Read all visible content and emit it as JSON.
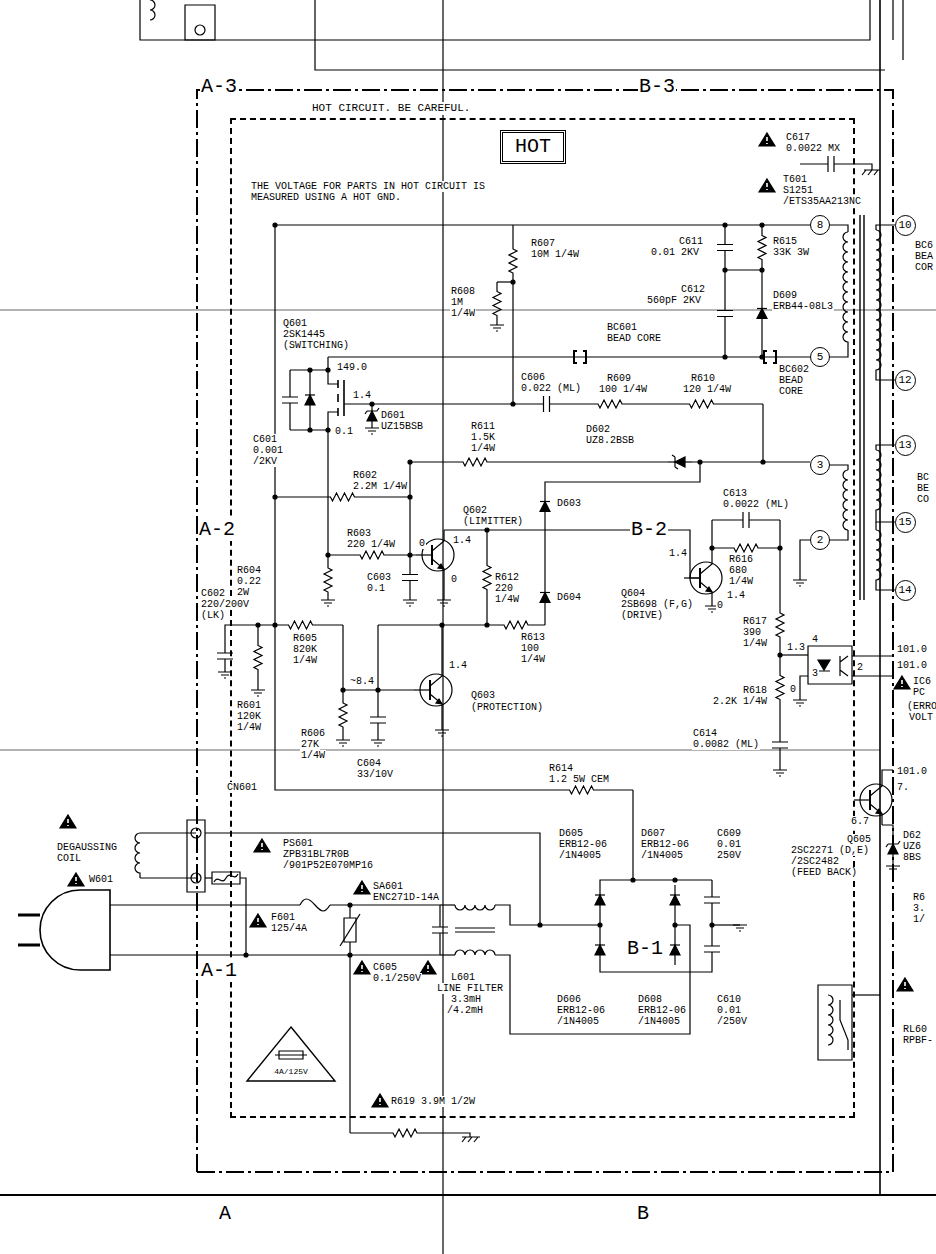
{
  "diagram": {
    "nodes": [
      {
        "text": [
          "HOT CIRCUIT. BE CAREFUL."
        ]
      },
      {
        "text": [
          "HOT"
        ],
        "in": 0
      },
      {
        "text": [
          "8"
        ],
        "in": 0
      },
      {
        "text": [
          "10"
        ]
      },
      {
        "text": [
          "5"
        ],
        "in": 0
      },
      {
        "text": [
          "12"
        ]
      },
      {
        "text": [
          "3"
        ],
        "in": 0
      },
      {
        "text": [
          "13"
        ]
      },
      {
        "text": [
          "15"
        ]
      },
      {
        "text": [
          "2"
        ],
        "in": 0
      },
      {
        "text": [
          "14"
        ]
      },
      {
        "text": [
          "4A/125V"
        ],
        "in": 0
      }
    ],
    "labels": [
      "A-3",
      "B-3",
      "THE VOLTAGE FOR PARTS IN HOT CIRCUIT IS",
      "MEASURED USING A HOT GND.",
      "C617",
      "0.0022 MX",
      "T601",
      "S1251",
      "/ETS35AA213NC",
      "R607",
      "10M 1/4W",
      "R608",
      "1M",
      "1/4W",
      "C611",
      "0.01 2KV",
      "R615",
      "33K 3W",
      "C612",
      "560pF 2KV",
      "D609",
      "ERB44-08L3",
      "BC601",
      "BEAD CORE",
      "BC602",
      "BEAD",
      "CORE",
      "Q601",
      "2SK1445",
      "(SWITCHING)",
      "149.0",
      "1.4",
      "D601",
      "UZ15BSB",
      "0.1",
      "C606",
      "0.022 (ML)",
      "R609",
      "100 1/4W",
      "R610",
      "120 1/4W",
      "C601",
      "0.001",
      "/2KV",
      "R611",
      "1.5K",
      "1/4W",
      "D602",
      "UZ8.2BSB",
      "R602",
      "2.2M 1/4W",
      "C613",
      "0.0022 (ML)",
      "Q602",
      "(LIMITTER)",
      "B-2",
      "A-2",
      "R603",
      "220 1/4W",
      "1.4",
      "0",
      "D603",
      "R616",
      "680",
      "1/4W",
      "R604",
      "0.22",
      "2W",
      "C603",
      "0.1",
      "0",
      "R612",
      "220",
      "1/4W",
      "1.4",
      "1.4",
      "Q604",
      "2SB698 (F,G)",
      "(DRIVE)",
      "0",
      "D604",
      "C602",
      "220/200V",
      "(LK)",
      "R605",
      "820K",
      "1/4W",
      "R613",
      "100",
      "1/4W",
      "R617",
      "390",
      "1/4W",
      "1.3",
      "4",
      "3",
      "2",
      "0",
      "101.0",
      "101.0",
      "IC6",
      "PC",
      "(ERRO",
      "VOLT",
      "1.4",
      "~8.4",
      "Q603",
      "(PROTECTION)",
      "R601",
      "120K",
      "1/4W",
      "R618",
      "2.2K 1/4W",
      "R606",
      "27K",
      "1/4W",
      "C614",
      "0.0082 (ML)",
      "C604",
      "33/10V",
      "R614",
      "1.2 5W CEM",
      "101.0",
      "7.",
      "6.7",
      "CN601",
      "DEGAUSSING",
      "COIL",
      "PS601",
      "ZPB31BL7R0B",
      "/901P52E070MP16",
      "D605",
      "ERB12-06",
      "/1N4005",
      "D607",
      "ERB12-06",
      "/1N4005",
      "C609",
      "0.01",
      "250V",
      "Q605",
      "2SC2271 (D,E)",
      "/2SC2482",
      "(FEED BACK)",
      "D62",
      "UZ6",
      "8BS",
      "SA601",
      "ENC271D-14A",
      "W601",
      "F601",
      "125/4A",
      "A-1",
      "C605",
      "0.1/250V",
      "L601",
      "LINE FILTER",
      "3.3mH",
      "/4.2mH",
      "B-1",
      "D606",
      "ERB12-06",
      "/1N4005",
      "D608",
      "ERB12-06",
      "/1N4005",
      "C610",
      "0.01",
      "/250V",
      "RL60",
      "RPBF-",
      "R619 3.9M 1/2W",
      "A",
      "B",
      "R6",
      "3.",
      "1/",
      "BC6",
      "BEA",
      "COR",
      "BC",
      "BE",
      "CO"
    ]
  }
}
